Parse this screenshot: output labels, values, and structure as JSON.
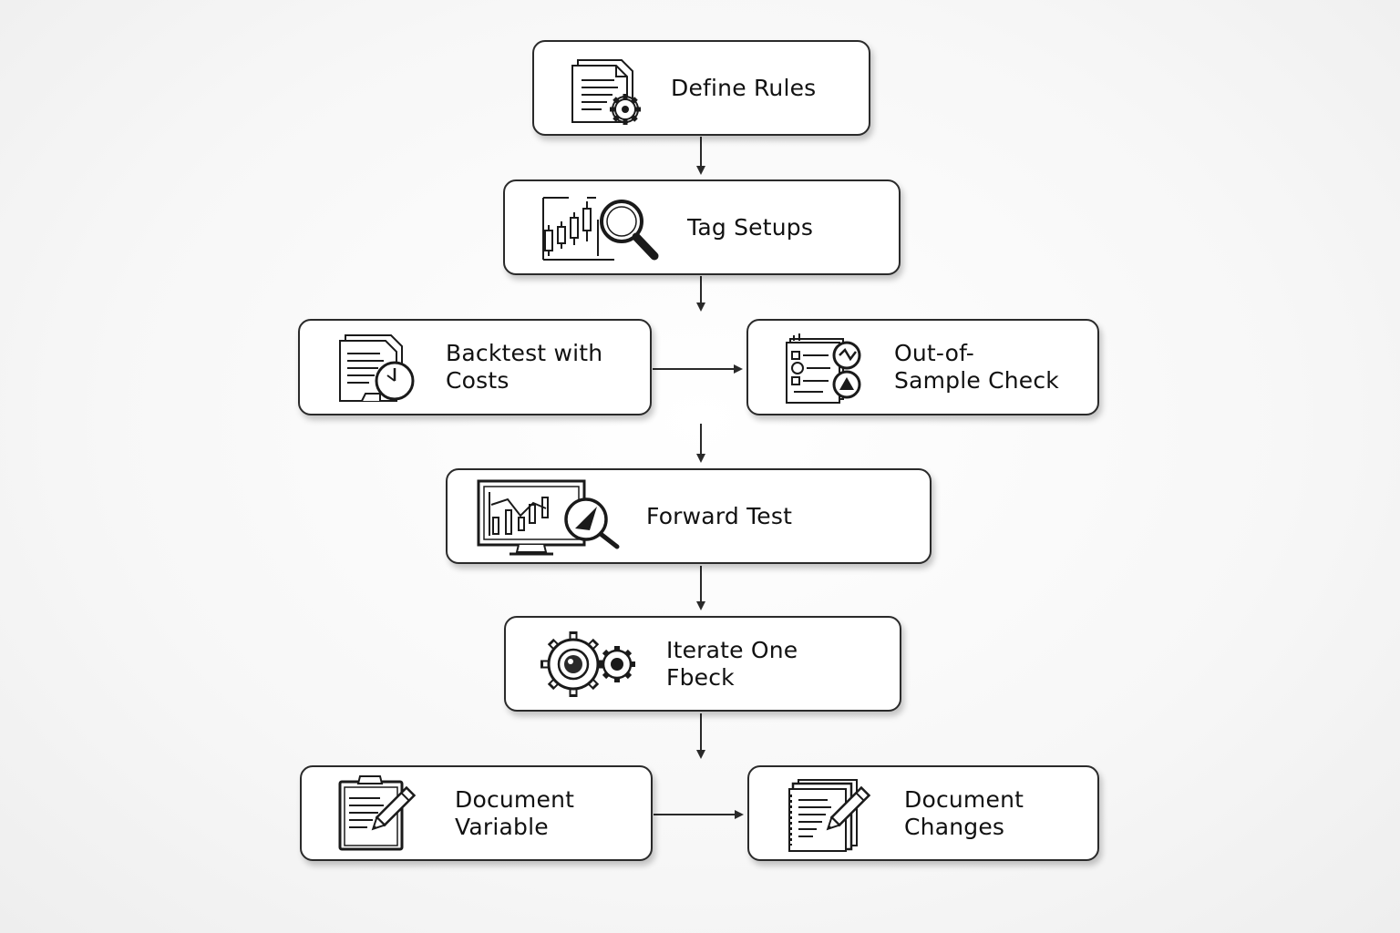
{
  "diagram": {
    "nodes": [
      {
        "id": "define-rules",
        "label": "Define Rules",
        "icon": "document-gear-icon"
      },
      {
        "id": "tag-setups",
        "label": "Tag Setups",
        "icon": "candlestick-magnifier-icon"
      },
      {
        "id": "backtest-with-costs",
        "label": "Backtest with\nCosts",
        "icon": "document-clock-icon"
      },
      {
        "id": "out-of-sample-check",
        "label": "Out-of-\nSample Check",
        "icon": "clipboard-check-icon"
      },
      {
        "id": "forward-test",
        "label": "Forward Test",
        "icon": "monitor-chart-magnifier-icon"
      },
      {
        "id": "iterate-one-fbeck",
        "label": "Iterate One\nFbeck",
        "icon": "gears-icon"
      },
      {
        "id": "document-variable",
        "label": "Document\nVariable",
        "icon": "clipboard-pencil-icon"
      },
      {
        "id": "document-changes",
        "label": "Document\nChanges",
        "icon": "documents-pencil-icon"
      }
    ],
    "edges": [
      {
        "from": "define-rules",
        "to": "tag-setups"
      },
      {
        "from": "tag-setups",
        "to": "backtest-with-costs"
      },
      {
        "from": "backtest-with-costs",
        "to": "out-of-sample-check"
      },
      {
        "from": "backtest-with-costs",
        "to": "forward-test"
      },
      {
        "from": "forward-test",
        "to": "iterate-one-fbeck"
      },
      {
        "from": "iterate-one-fbeck",
        "to": "document-variable"
      },
      {
        "from": "document-variable",
        "to": "document-changes"
      }
    ]
  }
}
